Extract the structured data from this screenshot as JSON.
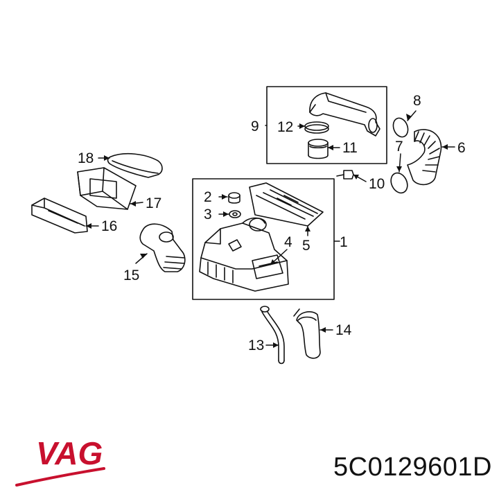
{
  "callouts": {
    "c1": "1",
    "c2": "2",
    "c3": "3",
    "c4": "4",
    "c5": "5",
    "c6": "6",
    "c7": "7",
    "c8": "8",
    "c9": "9",
    "c10": "10",
    "c11": "11",
    "c12": "12",
    "c13": "13",
    "c14": "14",
    "c15": "15",
    "c16": "16",
    "c17": "17",
    "c18": "18"
  },
  "brand": {
    "logo_text": "VAG",
    "color": "#c8102e"
  },
  "part_number": "5C0129601D"
}
